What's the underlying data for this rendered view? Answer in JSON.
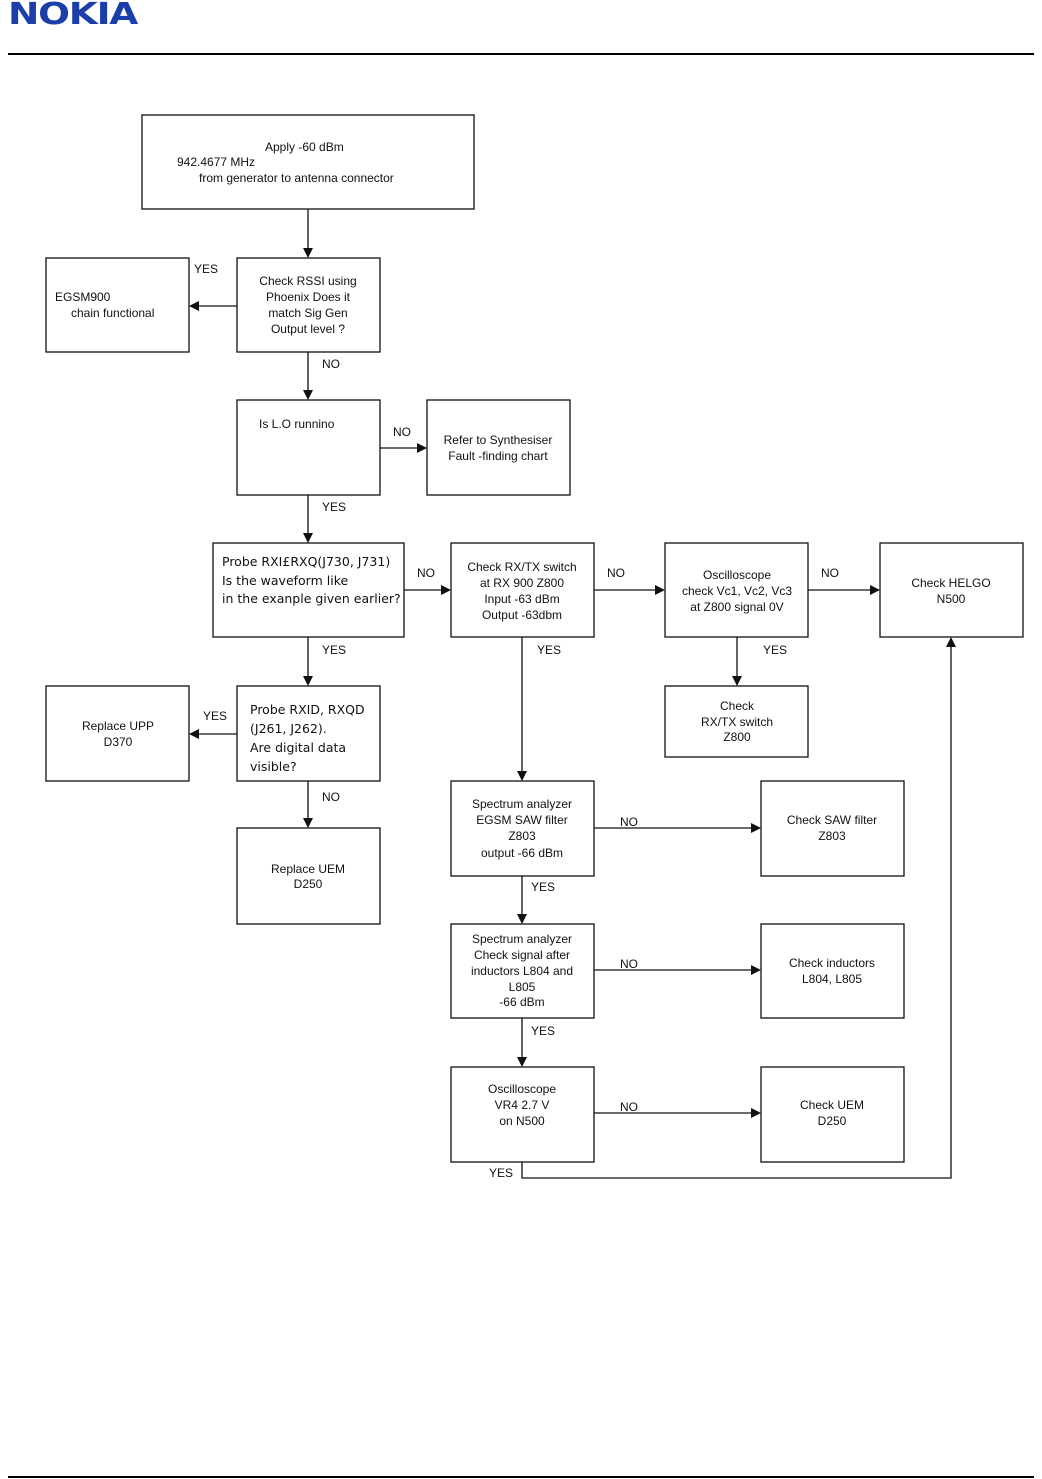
{
  "header": {
    "logo_text": "NOKIA",
    "logo_color": "#1a3fa8"
  },
  "flowchart": {
    "nodes": {
      "apply": {
        "lines": [
          "Apply -60 dBm",
          "942.4677 MHz",
          "from generator to antenna connector"
        ]
      },
      "rssi": {
        "lines": [
          "Check RSSI using",
          "Phoenix Does it",
          "match Sig Gen",
          "Output level ?"
        ]
      },
      "egsm": {
        "lines": [
          "EGSM900",
          "chain functional"
        ]
      },
      "lo": {
        "lines": [
          "Is L.O runnino"
        ]
      },
      "synth": {
        "lines": [
          "Refer to Synthesiser",
          "Fault -finding chart"
        ]
      },
      "probe_rxi": {
        "lines": [
          "Probe RXI£RXQ(J730, J731)",
          "Is the waveform like",
          "in the exanple given earlier?"
        ]
      },
      "rxtx": {
        "lines": [
          "Check RX/TX switch",
          "at RX 900 Z800",
          "Input -63 dBm",
          "Output  -63dbm"
        ]
      },
      "osc1": {
        "lines": [
          "Oscilloscope",
          "check Vc1, Vc2, Vc3",
          "at Z800 signal 0V"
        ]
      },
      "helgo": {
        "lines": [
          "Check HELGO",
          "N500"
        ]
      },
      "rxtx_sw": {
        "lines": [
          "Check",
          "RX/TX switch",
          "Z800"
        ]
      },
      "upp": {
        "lines": [
          "Replace UPP",
          "D370"
        ]
      },
      "probe_rxid": {
        "lines": [
          "Probe RXID, RXQD",
          "(J261, J262).",
          "Are digital data",
          "visible?"
        ]
      },
      "uem_repl": {
        "lines": [
          "Replace UEM",
          "D250"
        ]
      },
      "saw_spec": {
        "lines": [
          "Spectrum analyzer",
          "EGSM SAW filter",
          "Z803",
          "output -66 dBm"
        ]
      },
      "saw_check": {
        "lines": [
          "Check SAW  filter",
          "Z803"
        ]
      },
      "ind_spec": {
        "lines": [
          "Spectrum analyzer",
          "Check signal after",
          "inductors L804 and",
          "L805",
          "-66 dBm"
        ]
      },
      "ind_check": {
        "lines": [
          "Check inductors",
          "L804, L805"
        ]
      },
      "osc2": {
        "lines": [
          "Oscilloscope",
          "VR4 2.7 V",
          "on N500"
        ]
      },
      "uem_check": {
        "lines": [
          "Check UEM",
          "D250"
        ]
      }
    },
    "labels": {
      "yes_rssi": "YES",
      "no_rssi": "NO",
      "no_lo": "NO",
      "yes_lo": "YES",
      "no_probe_rxi": "NO",
      "yes_probe_rxi": "YES",
      "no_rxtx": "NO",
      "yes_rxtx": "YES",
      "no_osc1": "NO",
      "yes_osc1": "YES",
      "yes_probe_rxid": "YES",
      "no_probe_rxid": "NO",
      "no_saw": "NO",
      "yes_saw": "YES",
      "no_ind": "NO",
      "yes_ind": "YES",
      "no_osc2": "NO",
      "yes_osc2": "YES"
    }
  }
}
